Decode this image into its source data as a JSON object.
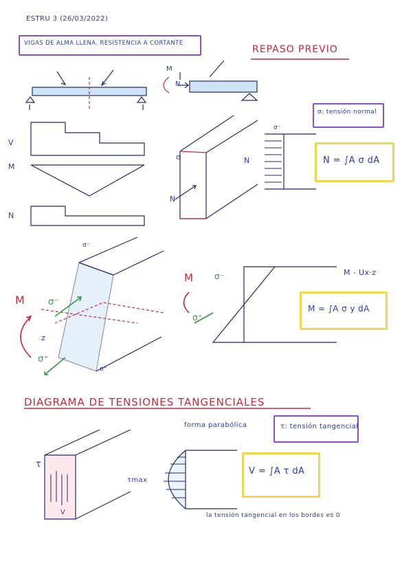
{
  "header": {
    "date": "ESTRU 3 (26/03/2022)",
    "topic": "VIGAS DE ALMA LLENA. RESISTENCIA A CORTANTE",
    "review_title": "REPASO PREVIO"
  },
  "diagram_labels": {
    "v": "V",
    "m": "M",
    "n": "N",
    "sigma": "σ",
    "sigma_minus": "σ⁻",
    "sigma_plus": "σ⁺",
    "z": "z",
    "m_ux_e": "M - Ux·z",
    "vec_m": "M",
    "vec_n": "N"
  },
  "normal_stress": {
    "legend": "σ: tensión normal",
    "formula": "N = ∫A σ dA"
  },
  "moment": {
    "formula": "M = ∫A σ y dA"
  },
  "shear": {
    "title": "DIAGRAMA DE TENSIONES TANGENCIALES",
    "shape_note": "forma parabólica",
    "legend": "τ: tensión tangencial",
    "formula": "V = ∫A τ dA",
    "tau": "τ",
    "tau_max": "τmax",
    "edge_note": "la tensión tangencial en los bordes es 0",
    "v_label": "V"
  },
  "colors": {
    "ink": "#1f2a6b",
    "red": "#c8283a",
    "green": "#2f9a3c",
    "purple": "#8b4bd0",
    "yellow": "#f1d64a"
  }
}
